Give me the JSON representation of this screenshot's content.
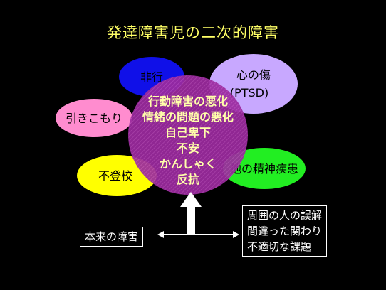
{
  "title": "発達障害児の二次的障害",
  "colors": {
    "background": "#000000",
    "title": "#ffff66",
    "non_delinquency": "#1010e8",
    "trauma": "#c8a8ff",
    "withdrawal": "#ff8ccf",
    "truancy": "#ffff00",
    "comorbid": "#22ee22",
    "center": "#9b2a9e",
    "center_text": "#ffffaa",
    "arrow": "#ffffff"
  },
  "outer": {
    "delinquency": "非行",
    "trauma_line1": "心の傷",
    "trauma_line2": "(PTSD)",
    "withdrawal": "引きこもり",
    "truancy": "不登校",
    "comorbid": "他の精神疾患"
  },
  "center": {
    "lines": [
      "行動障害の悪化",
      "情緒の問題の悪化",
      "自己卑下",
      "不安",
      "かんしゃく",
      "反抗"
    ]
  },
  "bottom": {
    "original_disorder": "本来の障害",
    "environment_lines": [
      "周囲の人の誤解",
      "間違った関わり",
      "不適切な課題"
    ]
  }
}
